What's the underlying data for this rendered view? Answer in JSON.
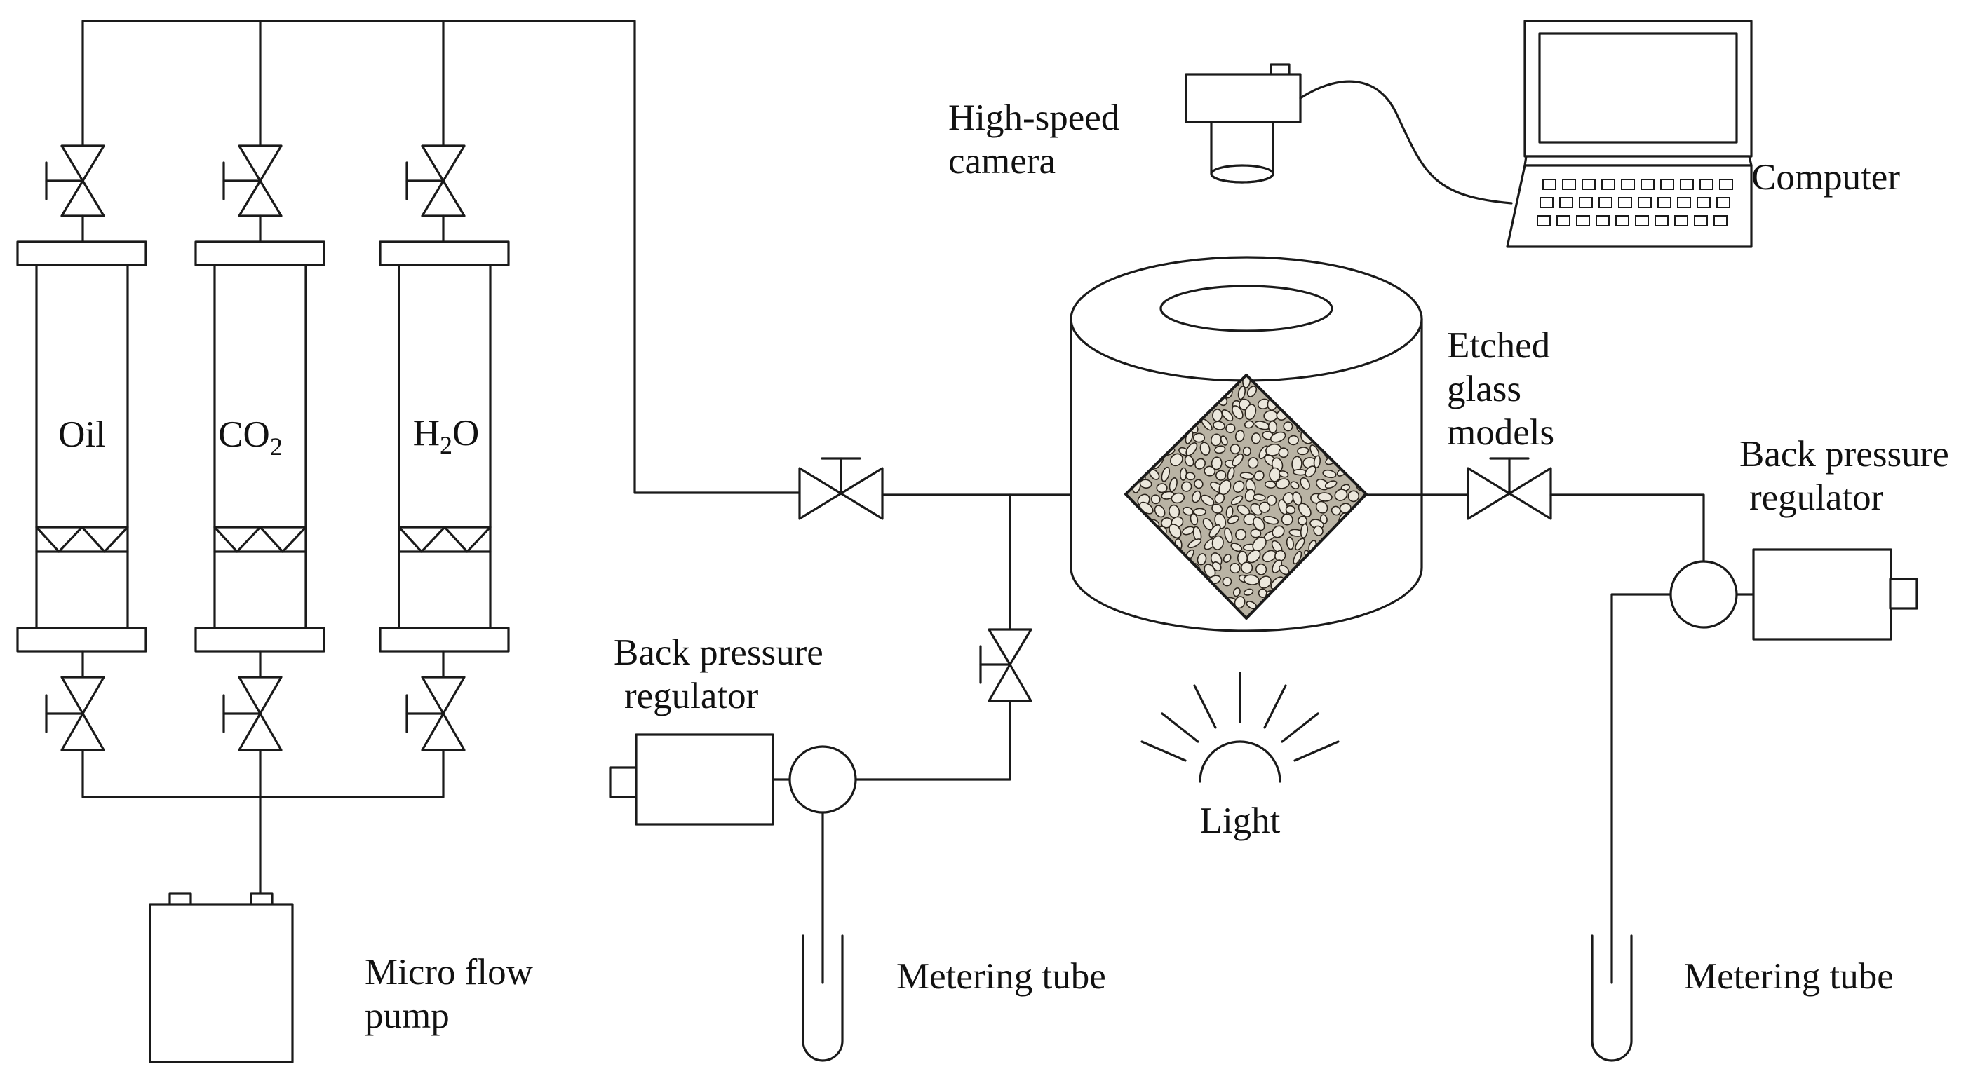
{
  "labels": {
    "oil": "Oil",
    "co2_main": "CO",
    "co2_sub": "2",
    "h2o_h": "H",
    "h2o_sub": "2",
    "h2o_o": "O",
    "high_speed_camera_l1": "High-speed",
    "high_speed_camera_l2": "camera",
    "computer": "Computer",
    "etched_l1": "Etched",
    "etched_l2": "glass",
    "etched_l3": "models",
    "bpr_right_l1": "Back pressure",
    "bpr_right_l2": "regulator",
    "bpr_left_l1": "Back pressure",
    "bpr_left_l2": "regulator",
    "light": "Light",
    "micro_pump_l1": "Micro flow",
    "micro_pump_l2": "pump",
    "metering_left": "Metering tube",
    "metering_right": "Metering tube"
  },
  "colors": {
    "line": "#1a1a1a",
    "porous_fill": "#b9b3a4",
    "porous_grain": "#ebe7dc",
    "porous_edge": "#2b241c"
  }
}
